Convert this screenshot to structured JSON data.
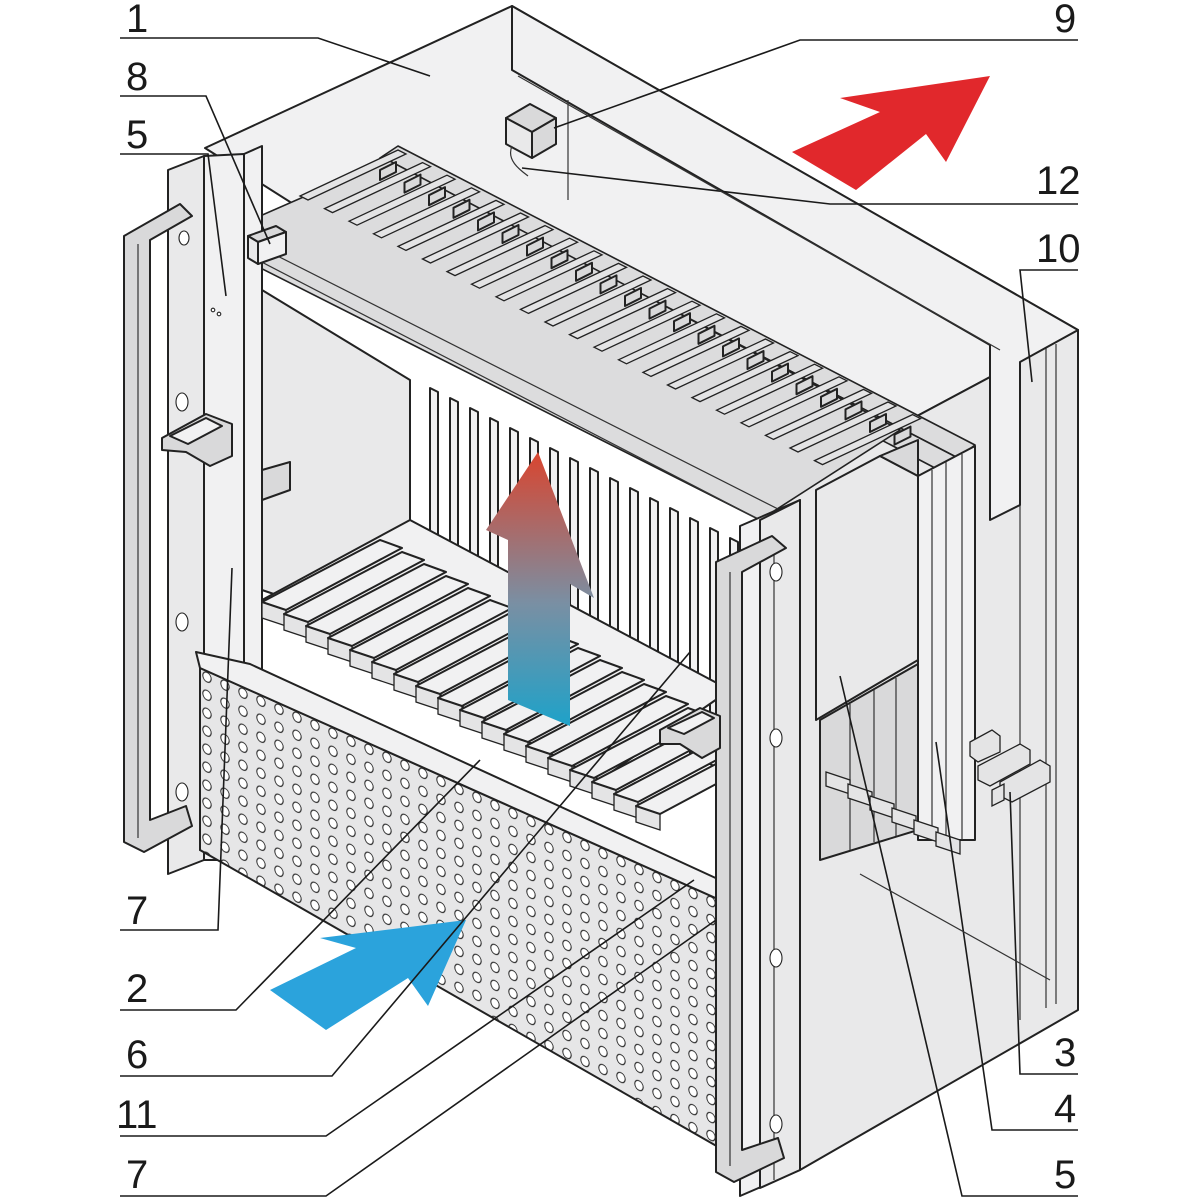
{
  "callouts": {
    "left": [
      "1",
      "8",
      "5",
      "7",
      "2",
      "6",
      "11",
      "7"
    ],
    "right": [
      "9",
      "12",
      "10",
      "3",
      "4",
      "5"
    ]
  },
  "colors": {
    "hot_air": "#e1282c",
    "cool_air": "#2ba3dc",
    "line": "#1a1a1a",
    "housing": "#e9e9ea"
  },
  "icons": {
    "airflow_in": "blue-arrow-icon",
    "airflow_out": "red-arrow-icon",
    "airflow_through": "gradient-up-arrow-icon"
  }
}
